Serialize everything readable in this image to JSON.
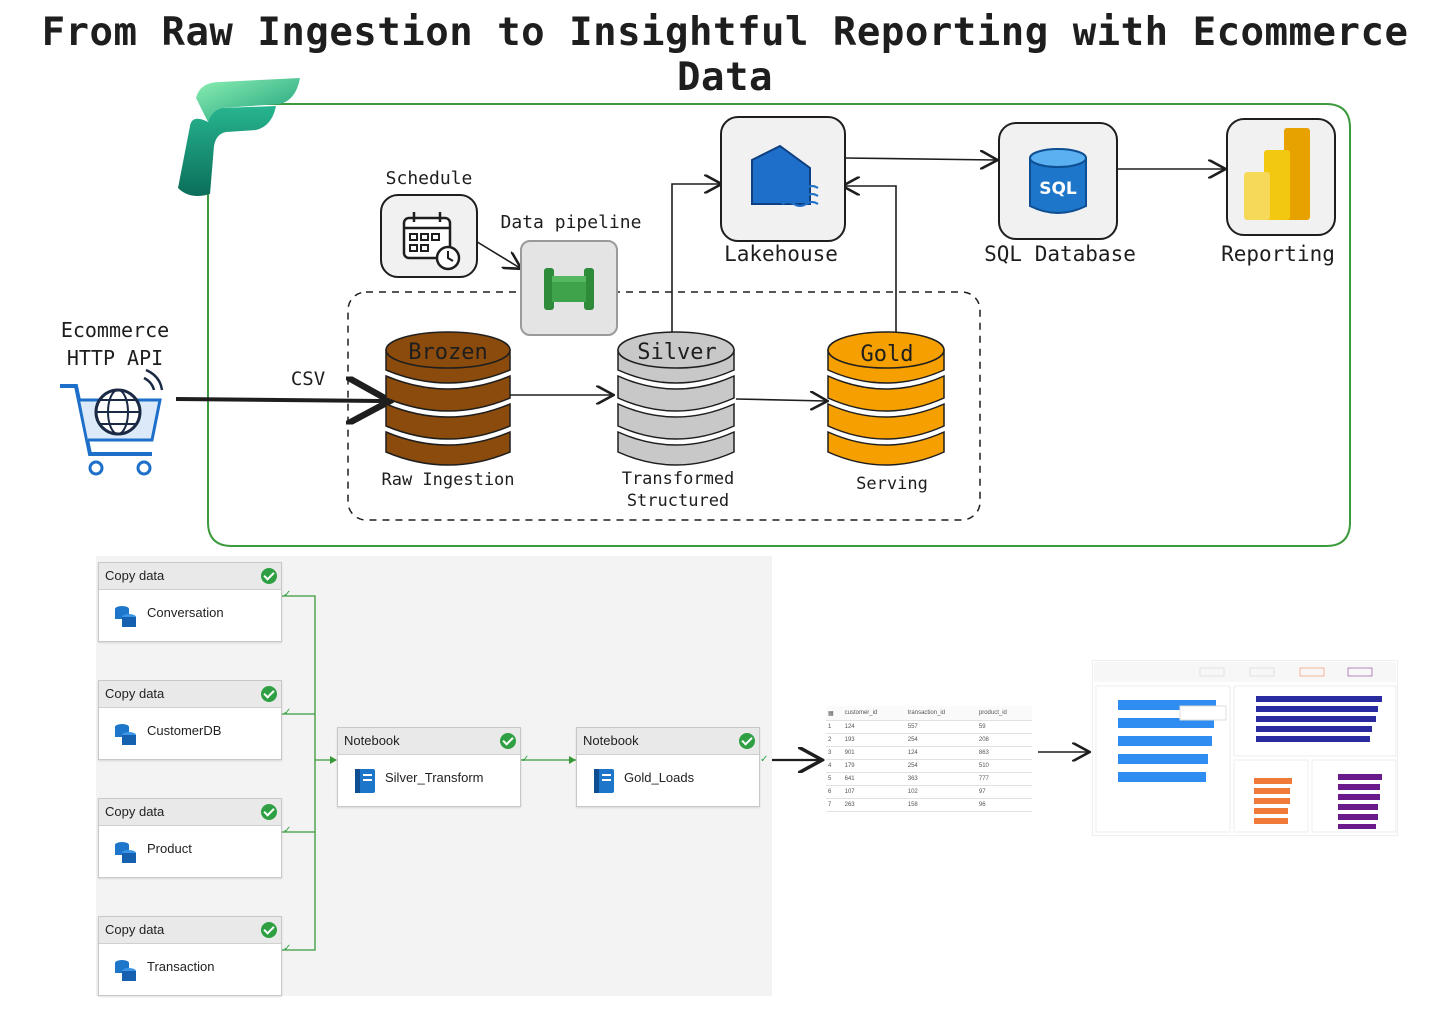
{
  "title": "From Raw Ingestion to Insightful Reporting with Ecommerce Data",
  "labels": {
    "schedule": "Schedule",
    "data_pipeline": "Data pipeline",
    "lakehouse": "Lakehouse",
    "sql_database": "SQL Database",
    "reporting": "Reporting",
    "source_line1": "Ecommerce",
    "source_line2": "HTTP API",
    "csv": "CSV",
    "sql_badge": "SQL"
  },
  "layers": [
    {
      "name": "Brozen",
      "caption": "Raw Ingestion",
      "color": "#8b4b0c"
    },
    {
      "name": "Silver",
      "caption_line1": "Transformed",
      "caption_line2": "Structured",
      "color": "#c8c8c8"
    },
    {
      "name": "Gold",
      "caption": "Serving",
      "color": "#f5a000"
    }
  ],
  "copy_activities": [
    {
      "type": "Copy data",
      "name": "Conversation"
    },
    {
      "type": "Copy data",
      "name": "CustomerDB"
    },
    {
      "type": "Copy data",
      "name": "Product"
    },
    {
      "type": "Copy data",
      "name": "Transaction"
    }
  ],
  "notebooks": [
    {
      "type": "Notebook",
      "name": "Silver_Transform"
    },
    {
      "type": "Notebook",
      "name": "Gold_Loads"
    }
  ],
  "preview_table": {
    "headers": [
      "customer_id",
      "transaction_id",
      "product_id"
    ],
    "rows": [
      [
        "1",
        "124",
        "557",
        "59"
      ],
      [
        "2",
        "193",
        "254",
        "208"
      ],
      [
        "3",
        "901",
        "124",
        "863"
      ],
      [
        "4",
        "179",
        "254",
        "510"
      ],
      [
        "5",
        "641",
        "363",
        "777"
      ],
      [
        "6",
        "107",
        "102",
        "97"
      ],
      [
        "7",
        "263",
        "158",
        "96"
      ]
    ]
  },
  "colors": {
    "frame": "#3c9a3c",
    "accent_blue": "#1d6fc9",
    "bar_blue": "#2f8cf0",
    "bar_navy": "#2b2ba0",
    "bar_orange": "#f07a3a",
    "bar_purple": "#6a1a8a"
  }
}
